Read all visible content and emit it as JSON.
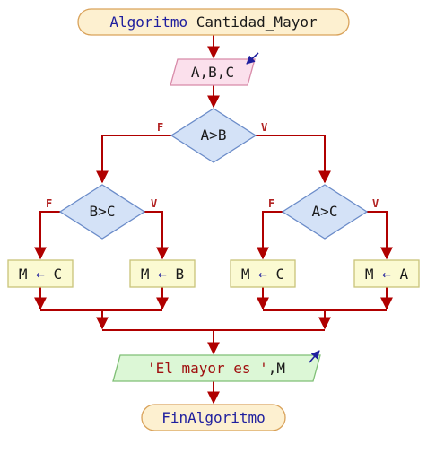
{
  "start_label": "Algoritmo Cantidad_Mayor",
  "start_kw": "Algoritmo",
  "start_name": "Cantidad_Mayor",
  "input_label": "A,B,C",
  "decision_main": "A>B",
  "decision_left": "B>C",
  "decision_right": "A>C",
  "branch_false": "F",
  "branch_true": "V",
  "assign_left_false": {
    "target": "M",
    "arrow": "←",
    "value": "C"
  },
  "assign_left_true": {
    "target": "M",
    "arrow": "←",
    "value": "B"
  },
  "assign_right_false": {
    "target": "M",
    "arrow": "←",
    "value": "C"
  },
  "assign_right_true": {
    "target": "M",
    "arrow": "←",
    "value": "A"
  },
  "output_string": "'El mayor es '",
  "output_var": ",M",
  "end_label": "FinAlgoritmo",
  "colors": {
    "terminal_fill": "#fdf0d0",
    "terminal_stroke": "#d9a25a",
    "input_fill": "#fbe0ec",
    "input_stroke": "#d88aa8",
    "decision_fill": "#d4e2f7",
    "decision_stroke": "#6b8cc9",
    "assign_fill": "#fbfad2",
    "assign_stroke": "#c9c47a",
    "output_fill": "#dcf7d6",
    "output_stroke": "#7fbf76",
    "flow_line": "#b00000",
    "keyword": "#1f1f9e",
    "string": "#a01010"
  }
}
